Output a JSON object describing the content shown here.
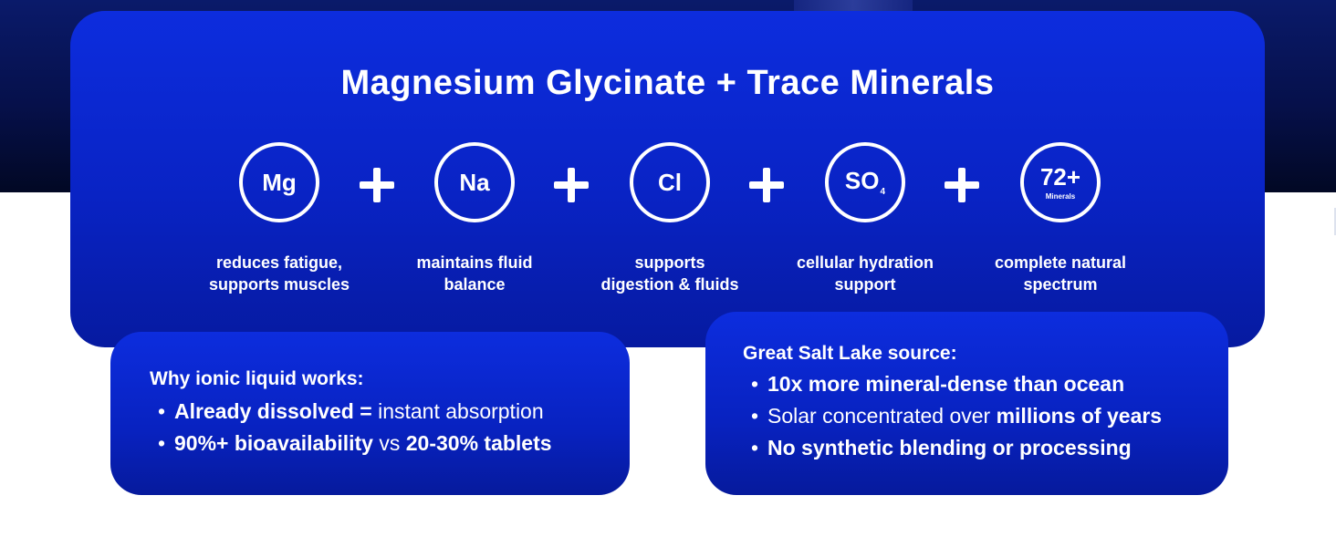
{
  "title": "Magnesium Glycinate + Trace Minerals",
  "minerals": [
    {
      "symbol": "Mg",
      "icon": "mg-circle-icon",
      "description": "reduces fatigue,\nsupports muscles"
    },
    {
      "symbol": "Na",
      "icon": "na-circle-icon",
      "description": "maintains fluid\nbalance"
    },
    {
      "symbol": "Cl",
      "icon": "cl-circle-icon",
      "description": "supports\ndigestion & fluids"
    },
    {
      "symbol": "SO",
      "subscript": "4",
      "icon": "so4-circle-icon",
      "description": "cellular hydration\nsupport"
    },
    {
      "symbol": "72+",
      "small": "Minerals",
      "icon": "72-minerals-circle-icon",
      "description": "complete natural\nspectrum"
    }
  ],
  "plus_icon": "plus-icon",
  "left_card": {
    "heading": "Why ionic liquid works:",
    "items": [
      {
        "bold": "Already dissolved =",
        "rest": " instant absorption"
      },
      {
        "bold": "90%+ bioavailability",
        "rest": " vs ",
        "bold2": "20-30% tablets"
      }
    ]
  },
  "right_card": {
    "heading": "Great Salt Lake source:",
    "items": [
      {
        "bold": "10x more mineral-dense than ocean"
      },
      {
        "rest": "Solar concentrated over ",
        "bold2": "millions of years"
      },
      {
        "bold": "No synthetic blending or processing"
      }
    ]
  },
  "colors": {
    "panel_blue": "#0d2dde",
    "panel_blue_dark": "#061aa0",
    "top_background": "#06104a",
    "text": "#ffffff"
  }
}
